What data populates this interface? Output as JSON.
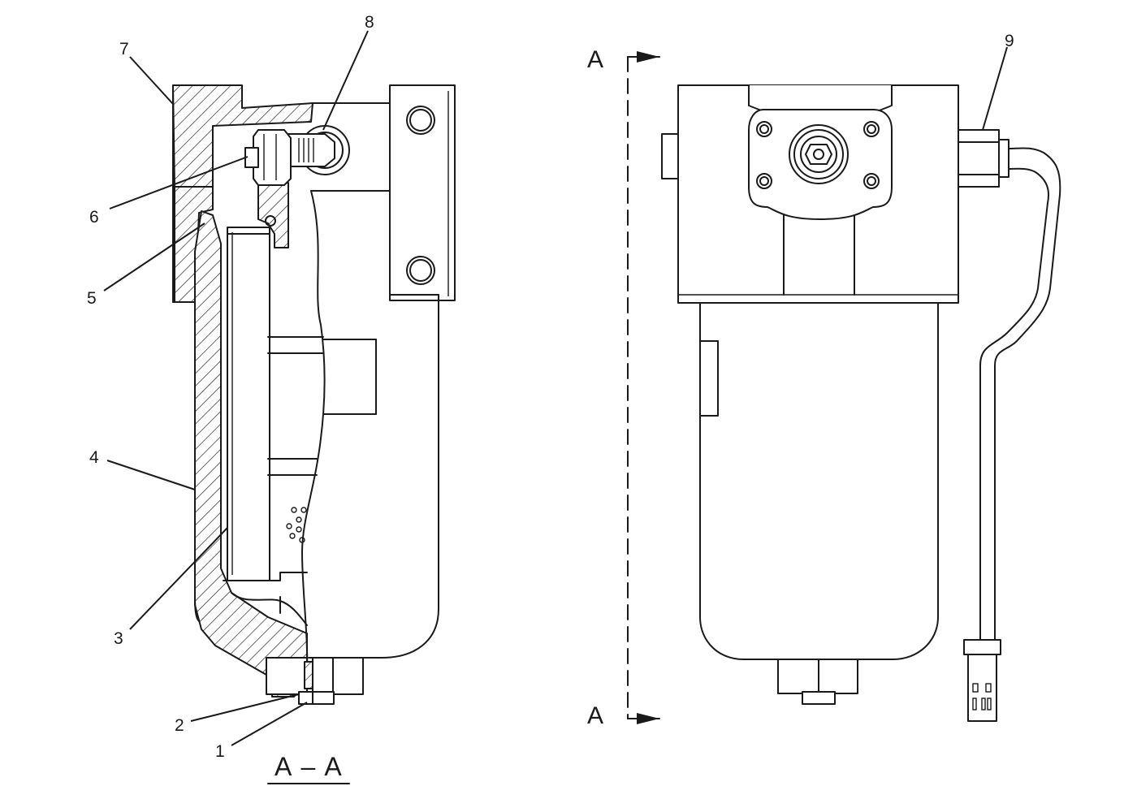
{
  "callouts": {
    "c1": "1",
    "c2": "2",
    "c3": "3",
    "c4": "4",
    "c5": "5",
    "c6": "6",
    "c7": "7",
    "c8": "8",
    "c9": "9"
  },
  "section_marker_top": "A",
  "section_marker_bottom": "A",
  "section_view_title": "A – A"
}
